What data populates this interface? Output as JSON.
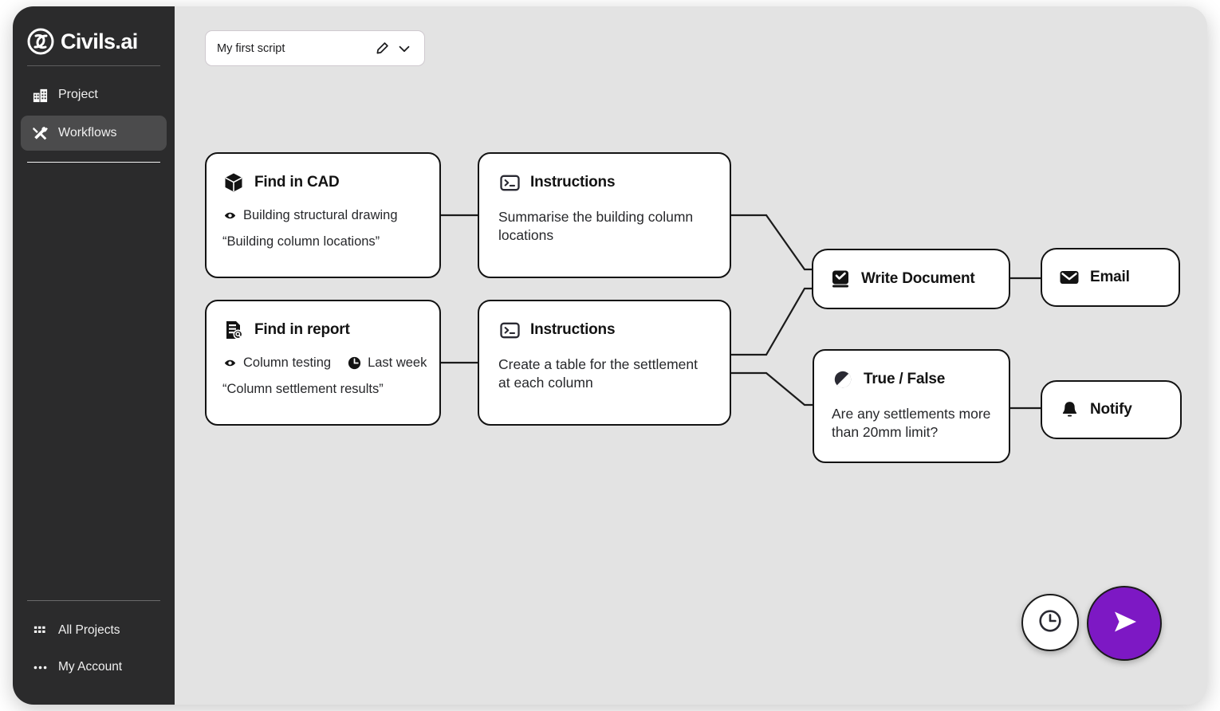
{
  "sidebar": {
    "brand": {
      "name": "Civils.ai",
      "logo_icon": "civils-swirl-logo-icon"
    },
    "items": [
      {
        "label": "Project",
        "icon": "building-icon",
        "active": false
      },
      {
        "label": "Workflows",
        "icon": "tools-icon",
        "active": true
      }
    ],
    "bottom_items": [
      {
        "label": "All Projects",
        "icon": "grid-icon"
      },
      {
        "label": "My Account",
        "icon": "ellipsis-icon"
      }
    ],
    "background_color": "#2b2b2c",
    "active_item_color": "#4b4b4c"
  },
  "toolbar": {
    "script_name": "My first script",
    "edit_icon": "pencil-icon",
    "dropdown_icon": "chevron-down-icon"
  },
  "canvas": {
    "background_color": "#e3e3e3",
    "nodes": [
      {
        "id": "find-in-cad",
        "title": "Find in CAD",
        "icon": "cube-icon",
        "tags": [
          {
            "label": "Building structural drawing",
            "icon": "scan-target-icon"
          }
        ],
        "query": "“Building column locations”"
      },
      {
        "id": "find-in-report",
        "title": "Find in report",
        "icon": "document-search-icon",
        "tags": [
          {
            "label": "Column testing",
            "icon": "scan-target-icon"
          },
          {
            "label": "Last week",
            "icon": "clock-icon"
          }
        ],
        "query": "“Column settlement results”"
      },
      {
        "id": "instructions-1",
        "title": "Instructions",
        "icon": "terminal-icon",
        "body": "Summarise the building column locations"
      },
      {
        "id": "instructions-2",
        "title": "Instructions",
        "icon": "terminal-icon",
        "body": "Create a table for the settlement at each column"
      },
      {
        "id": "write-document",
        "title": "Write Document",
        "icon": "book-check-icon"
      },
      {
        "id": "email",
        "title": "Email",
        "icon": "envelope-icon"
      },
      {
        "id": "true-false",
        "title": "True / False",
        "icon": "half-circle-icon",
        "body": "Are any settlements more than 20mm limit?"
      },
      {
        "id": "notify",
        "title": "Notify",
        "icon": "bell-icon"
      }
    ]
  },
  "actions": {
    "schedule": {
      "icon": "clock-outline-icon",
      "color": "#ffffff"
    },
    "run": {
      "icon": "send-arrow-icon",
      "color": "#7d18c4"
    }
  }
}
